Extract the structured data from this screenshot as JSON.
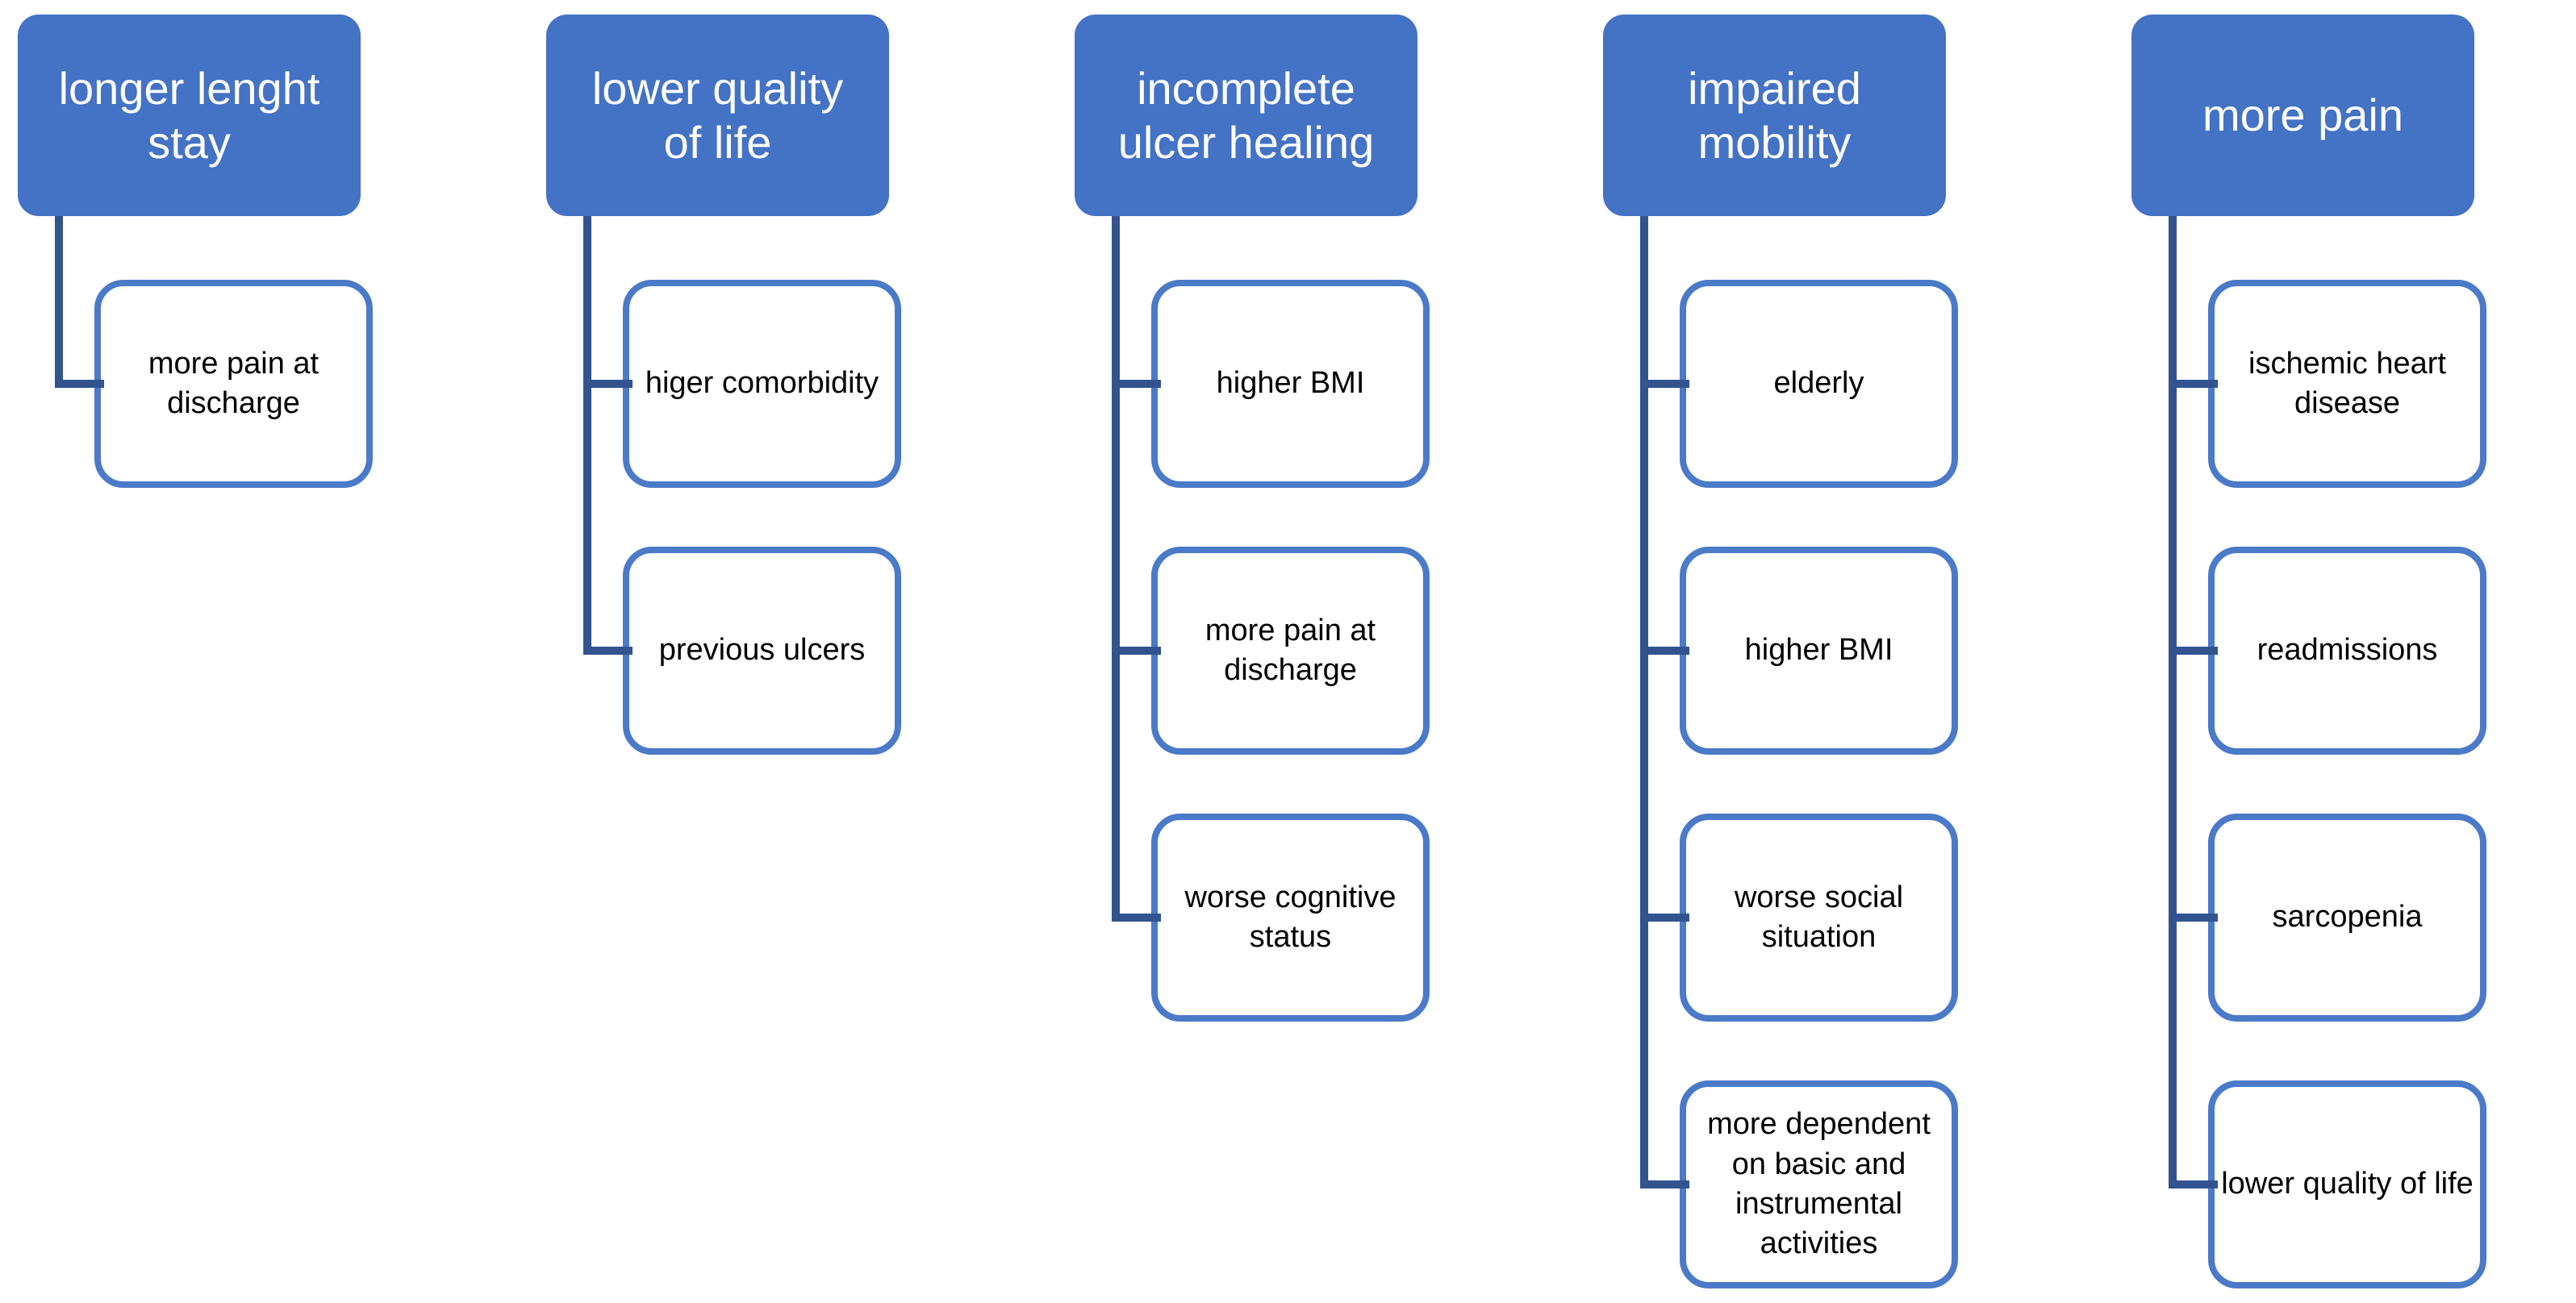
{
  "colors": {
    "header_fill": "#4472C4",
    "header_text": "#FFFFFF",
    "child_border": "#4A7AC8",
    "child_text": "#000000",
    "connector": "#33538F",
    "background": "#FFFFFF"
  },
  "columns": [
    {
      "header": "longer lenght\nstay",
      "children": [
        "more pain at discharge"
      ]
    },
    {
      "header": "lower quality\nof life",
      "children": [
        "higer comorbidity",
        "previous ulcers"
      ]
    },
    {
      "header": "incomplete\nulcer healing",
      "children": [
        "higher BMI",
        "more pain at discharge",
        "worse cognitive status"
      ]
    },
    {
      "header": "impaired\nmobility",
      "children": [
        "elderly",
        "higher BMI",
        "worse social situation",
        "more dependent on basic and instrumental activities"
      ]
    },
    {
      "header": "more pain",
      "children": [
        "ischemic heart disease",
        "readmissions",
        "sarcopenia",
        "lower quality of life"
      ]
    }
  ]
}
